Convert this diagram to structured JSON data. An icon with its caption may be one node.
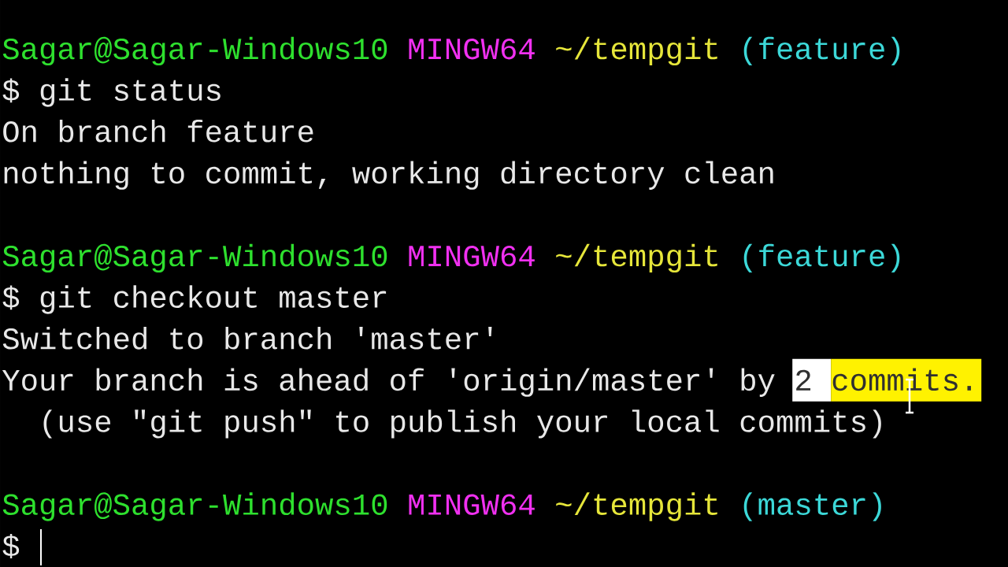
{
  "diagram": {
    "labels": [
      "Sagar@Sagar-Windows10",
      "MINGW64",
      "~/tempgit",
      "(feature)",
      "$ git status",
      "On branch feature",
      "nothing to commit, working directory clean",
      "Sagar@Sagar-Windows10",
      "MINGW64",
      "~/tempgit",
      "(feature)",
      "$ git checkout master",
      "Switched to branch 'master'",
      "Your branch is ahead of 'origin/master' by",
      "2 commits.",
      "(use \"git push\" to publish your local commits)",
      "Sagar@Sagar-Windows10",
      "MINGW64",
      "~/tempgit",
      "(master)",
      "$"
    ]
  }
}
